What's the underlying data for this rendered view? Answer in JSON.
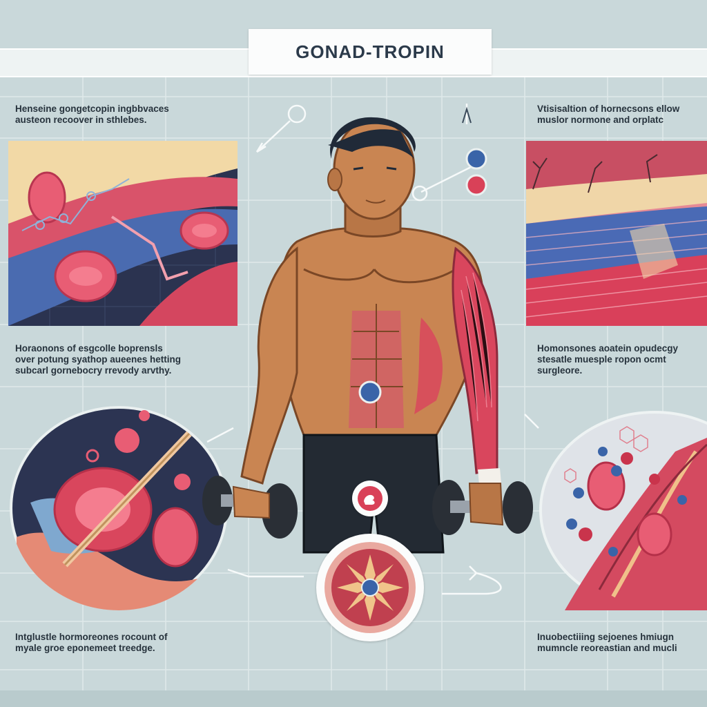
{
  "title": "GONAD-TROPIN",
  "captions": {
    "top_left": "Henseine gongetcopin ingbbvaces\nausteon recoover in sthlebes.",
    "top_right": "Vtisisaltion of hornecsons ellow\nmuslor normone and orplatc",
    "mid_left": "Horaonons of esgcolle boprensls\nover potung syathop aueenes hetting\nsubcarl gornebocry rrevody arvthy.",
    "mid_right": "Homonsones aoatein opudecgy\nstesatle muesple ropon ocmt\nsurgleore.",
    "bottom_left": "Intglustle hormoreones rocount of\nmyale groe eponemeet treedge.",
    "bottom_right": "Inuobectiiing sejoenes hmiugn\nmumncle reoreastian and mucli"
  },
  "icons": {
    "center_badge": "muscle-flex-icon",
    "arrows": "arrow-icon"
  },
  "colors": {
    "background": "#c9d8da",
    "muscle_red": "#d9415b",
    "skin": "#c98552",
    "accent_blue": "#3a64a8",
    "dark_text": "#26323c"
  }
}
